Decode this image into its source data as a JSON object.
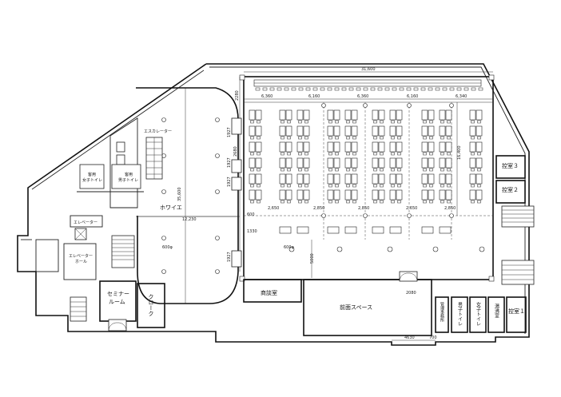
{
  "rooms": {
    "escalator": "エスカレーター",
    "guest_female_toilet_1": "客用",
    "guest_female_toilet_2": "女子トイレ",
    "guest_male_toilet_1": "客用",
    "guest_male_toilet_2": "男子トイレ",
    "nowise": "ホワイエ",
    "elevator": "エレベーター",
    "elevator_hall_1": "エレベーター",
    "elevator_hall_2": "ホール",
    "seminar_1": "セミナー",
    "seminar_2": "ルーム",
    "cloak": "クローク",
    "meeting_room": "商談室",
    "front_space": "前面スペース",
    "admin_office": "管理事務所",
    "male_toilet": "男子トイレ",
    "female_toilet": "女子トイレ",
    "washroom": "湯沸室",
    "waiting_1": "控室１",
    "waiting_2": "控室２",
    "waiting_3": "控室３"
  },
  "dimensions": {
    "top_total": "31,600",
    "top_seg_1": "6,360",
    "top_seg_2": "6,160",
    "top_seg_3": "6,360",
    "top_seg_4": "6,160",
    "top_seg_5": "6,340",
    "left_height": "35,600",
    "right_height": "16,400",
    "foyer_width": "12,230",
    "row_a": "2,650",
    "row_b": "2,850",
    "row_c": "2,850",
    "row_d": "2,650",
    "row_e": "2,850",
    "seg_600": "600",
    "seg_1330": "1330",
    "pillar_a": "600φ",
    "pillar_b": "600φ",
    "d_1927_a": "1927",
    "d_1927_b": "1927",
    "d_1927_c": "1927",
    "d_1927_d": "1927",
    "d_2280": "2280",
    "d_2680": "2680",
    "d_5000": "5000",
    "d_2080": "2080",
    "d_4630": "4630",
    "d_700": "700"
  }
}
